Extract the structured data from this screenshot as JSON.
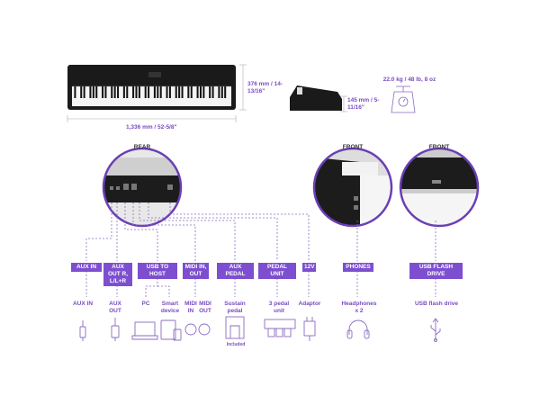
{
  "dimensions": {
    "width": "1,336 mm / 52-5/8\"",
    "depth": "376 mm / 14-13/16\"",
    "height": "145 mm / 5-11/16\"",
    "weight": "22.0 kg / 48 lb, 8 oz"
  },
  "views": {
    "rear": "REAR",
    "front1": "FRONT",
    "front2": "FRONT"
  },
  "ports": [
    {
      "tag": "AUX IN",
      "device": "AUX IN"
    },
    {
      "tag": "AUX OUT R, L/L+R",
      "device": "AUX OUT"
    },
    {
      "tag": "USB TO HOST",
      "device": "PC",
      "device2": "Smart device"
    },
    {
      "tag": "MIDI IN, OUT",
      "device": "MIDI IN",
      "device2": "MIDI OUT"
    },
    {
      "tag": "AUX PEDAL",
      "device": "Sustain pedal",
      "note": "Included"
    },
    {
      "tag": "PEDAL UNIT",
      "device": "3 pedal unit"
    },
    {
      "tag": "12V",
      "device": "Adaptor"
    },
    {
      "tag": "PHONES",
      "device": "Headphones x 2"
    },
    {
      "tag": "USB FLASH DRIVE",
      "device": "USB flash drive"
    }
  ],
  "colors": {
    "accent": "#7d4fd0",
    "piano": "#1a1a1a"
  }
}
